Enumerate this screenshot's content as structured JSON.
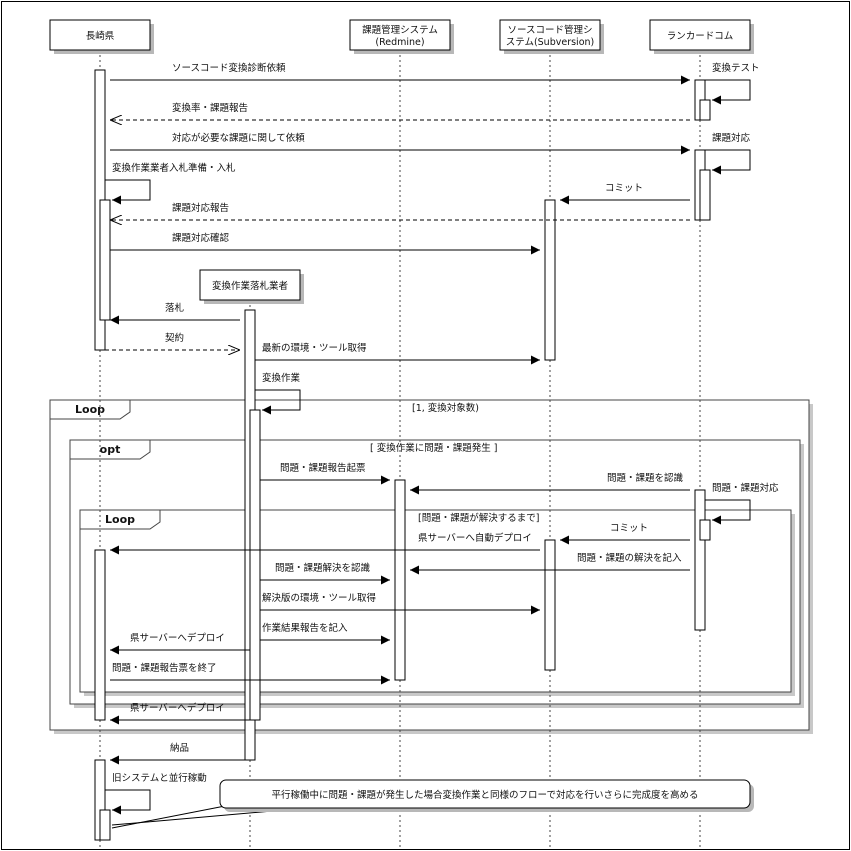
{
  "participants": [
    {
      "id": "nagasaki",
      "label": [
        "長崎県"
      ]
    },
    {
      "id": "redmine",
      "label": [
        "課題管理システム",
        "(Redmine)"
      ]
    },
    {
      "id": "svn",
      "label": [
        "ソースコード管理シ",
        "ステム(Subversion)"
      ]
    },
    {
      "id": "lancard",
      "label": [
        "ランカードコム"
      ]
    },
    {
      "id": "contractor",
      "label": [
        "変換作業落札業者"
      ]
    }
  ],
  "messages": [
    "ソースコード変換診断依頼",
    "変換テスト",
    "変換率・課題報告",
    "対応が必要な課題に関して依頼",
    "課題対応",
    "変換作業業者入札準備・入札",
    "コミット",
    "課題対応報告",
    "課題対応確認",
    "落札",
    "契約",
    "最新の環境・ツール取得",
    "変換作業",
    "問題・課題報告起票",
    "問題・課題を認識",
    "問題・課題対応",
    "コミット",
    "県サーバーへ自動デプロイ",
    "問題・課題の解決を記入",
    "問題・課題解決を認識",
    "解決版の環境・ツール取得",
    "作業結果報告を記入",
    "県サーバーへデプロイ",
    "問題・課題報告票を終了",
    "県サーバーへデプロイ",
    "納品",
    "旧システムと並行稼動"
  ],
  "frames": [
    {
      "tag": "Loop",
      "guard": "[1, 変換対象数)"
    },
    {
      "tag": "opt",
      "guard": "[ 変換作業に問題・課題発生 ]"
    },
    {
      "tag": "Loop",
      "guard": "[問題・課題が解決するまで]"
    }
  ],
  "note": "平行稼働中に問題・課題が発生した場合変換作業と同様のフローで対応を行いさらに完成度を高める",
  "colors": {
    "line": "#000000",
    "dashed": "#333333",
    "frame": "#444444",
    "shadow": "#b8b8b8",
    "box": "#ffffff"
  }
}
